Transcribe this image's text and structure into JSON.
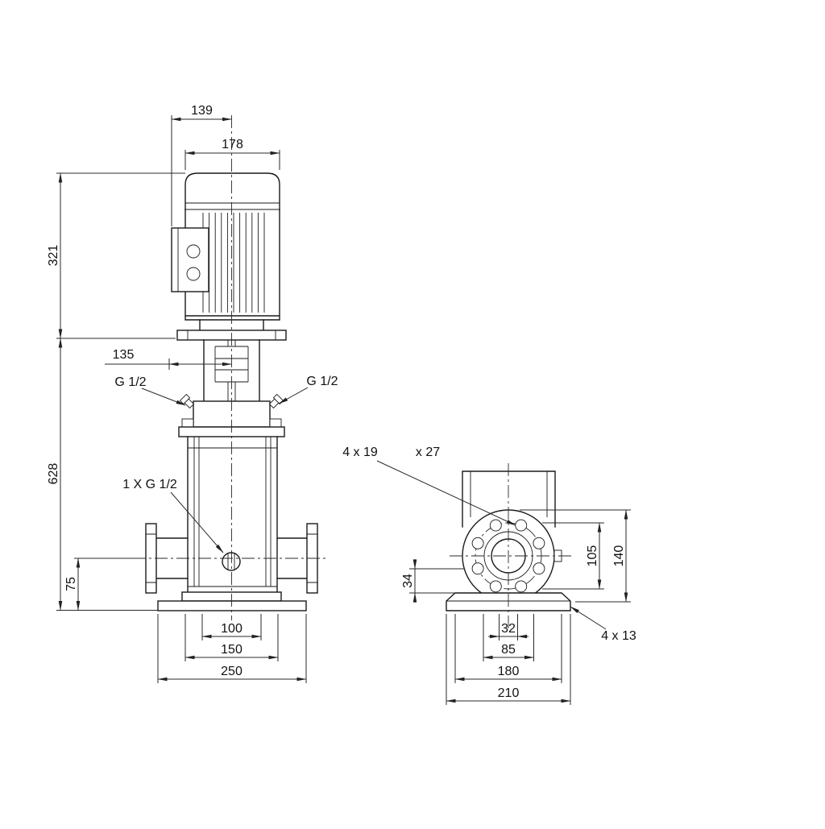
{
  "colors": {
    "background": "#ffffff",
    "line": "#1a1a1a",
    "dimension": "#2a2a2a"
  },
  "front_view": {
    "dims": {
      "top_width": "139",
      "motor_width": "178",
      "motor_height": "321",
      "stool_width": "135",
      "total_height": "628",
      "port_height": "75",
      "base_bolt_spacing": "100",
      "base_mid_width": "150",
      "base_length": "250"
    },
    "labels": {
      "plug_left": "G 1/2",
      "plug_right": "G 1/2",
      "drain": "1 X G 1/2"
    }
  },
  "side_view": {
    "dims": {
      "foot_height": "34",
      "bolt_circle": "105",
      "flange_od": "140",
      "port_bore": "32",
      "port_span": "85",
      "base_width": "180",
      "base_total_width": "210"
    },
    "labels": {
      "flange_holes": "4 x 19",
      "counterbore": "x 27",
      "base_holes": "4 x 13"
    }
  }
}
